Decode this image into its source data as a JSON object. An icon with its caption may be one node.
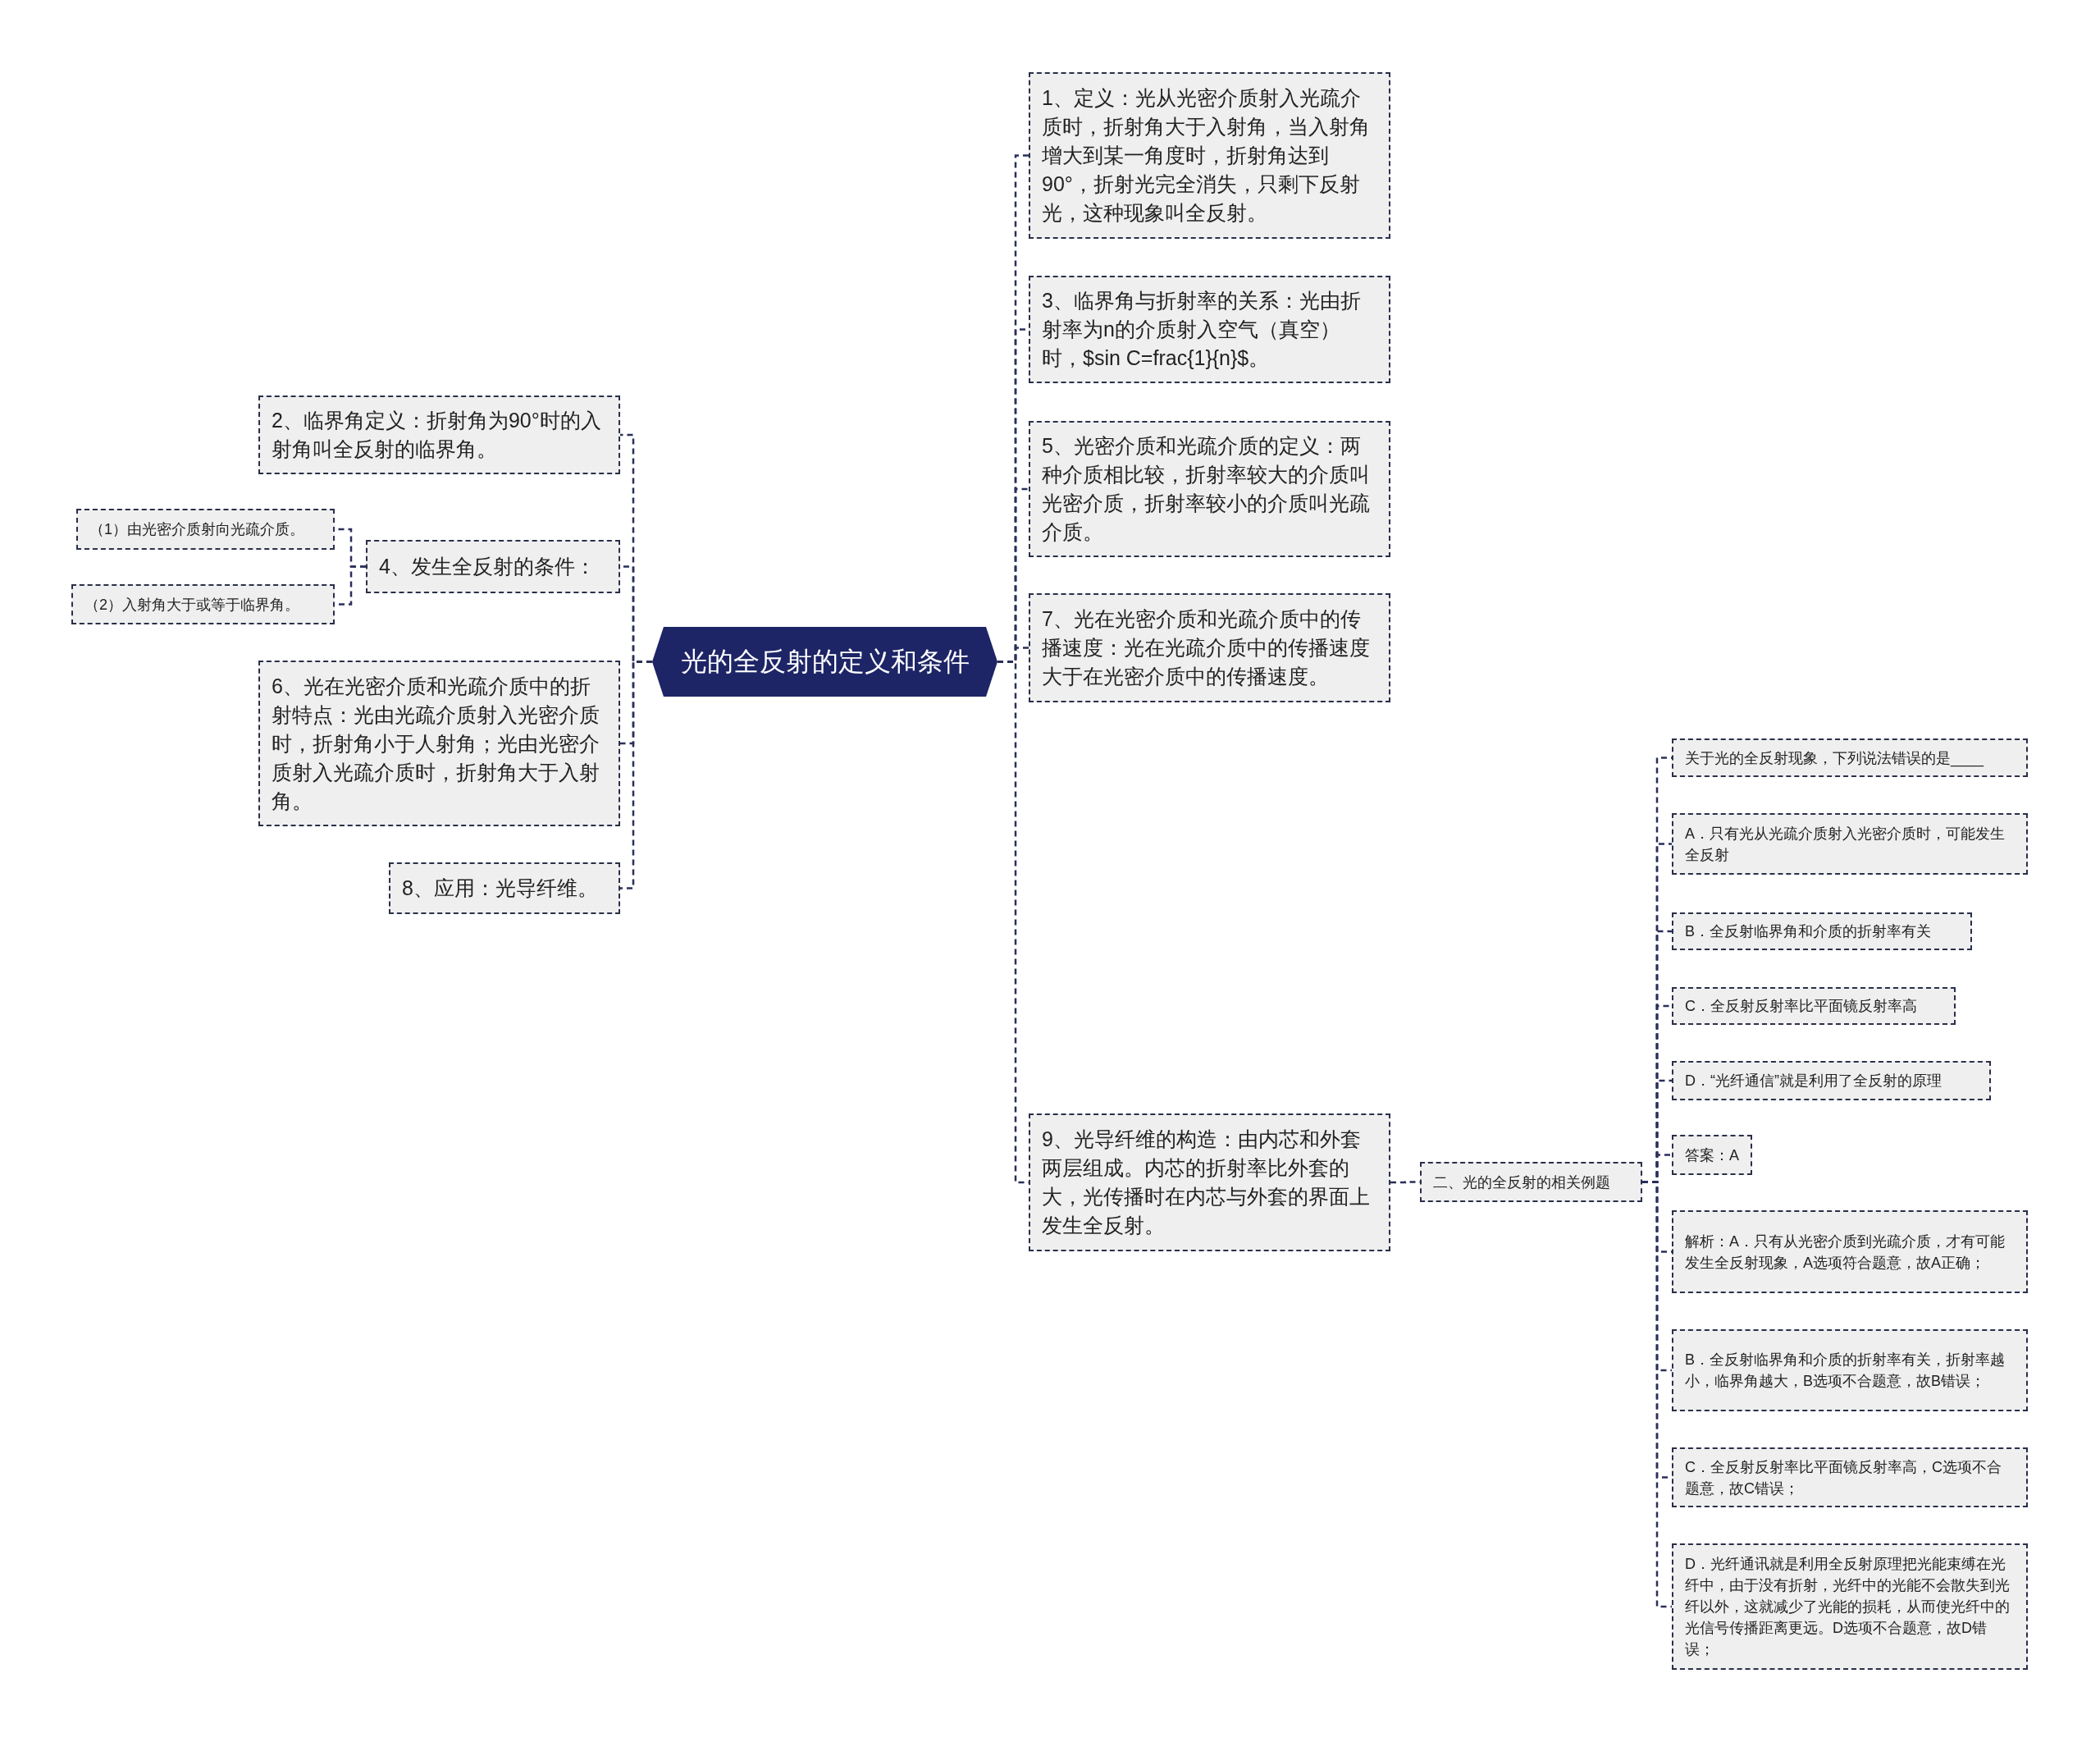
{
  "diagram": {
    "nodes": [
      {
        "text": [
          "光的全反射的定义和条件"
        ]
      },
      {
        "text": [
          "2、临界角定义：折射角为90°时的入射角叫全反射的临界角。"
        ]
      },
      {
        "text": [
          "4、发生全反射的条件："
        ]
      },
      {
        "text": [
          "（1）由光密介质射向光疏介质。"
        ]
      },
      {
        "text": [
          "（2）入射角大于或等于临界角。"
        ]
      },
      {
        "text": [
          "6、光在光密介质和光疏介质中的折射特点：光由光疏介质射入光密介质时，折射角小于人射角；光由光密介质射入光疏介质时，折射角大于入射角。"
        ]
      },
      {
        "text": [
          "8、应用：光导纤维。"
        ]
      },
      {
        "text": [
          "1、定义：光从光密介质射入光疏介质时，折射角大于入射角，当入射角增大到某一角度时，折射角达到90°，折射光完全消失，只剩下反射光，这种现象叫全反射。"
        ]
      },
      {
        "text": [
          "3、临界角与折射率的关系：光由折射率为n的介质射入空气（真空）时，$sin C=frac{1}{n}$。"
        ]
      },
      {
        "text": [
          "5、光密介质和光疏介质的定义：两种介质相比较，折射率较大的介质叫光密介质，折射率较小的介质叫光疏介质。"
        ]
      },
      {
        "text": [
          "7、光在光密介质和光疏介质中的传播速度：光在光疏介质中的传播速度大于在光密介质中的传播速度。"
        ]
      },
      {
        "text": [
          "9、光导纤维的构造：由内芯和外套两层组成。内芯的折射率比外套的大，光传播时在内芯与外套的界面上发生全反射。"
        ]
      },
      {
        "text": [
          "二、光的全反射的相关例题"
        ]
      },
      {
        "text": [
          "关于光的全反射现象，下列说法错误的是____"
        ]
      },
      {
        "text": [
          "A．只有光从光疏介质射入光密介质时，可能发生全反射"
        ]
      },
      {
        "text": [
          "B．全反射临界角和介质的折射率有关"
        ]
      },
      {
        "text": [
          "C．全反射反射率比平面镜反射率高"
        ]
      },
      {
        "text": [
          "D．“光纤通信”就是利用了全反射的原理"
        ]
      },
      {
        "text": [
          "答案：A"
        ]
      },
      {
        "text": [
          "解析：A．只有从光密介质到光疏介质，才有可能发生全反射现象，A选项符合题意，故A正确；"
        ]
      },
      {
        "text": [
          "B．全反射临界角和介质的折射率有关，折射率越小，临界角越大，B选项不合题意，故B错误；"
        ]
      },
      {
        "text": [
          "C．全反射反射率比平面镜反射率高，C选项不合题意，故C错误；"
        ]
      },
      {
        "text": [
          "D．光纤通讯就是利用全反射原理把光能束缚在光纤中，由于没有折射，光纤中的光能不会散失到光纤以外，这就减少了光能的损耗，从而使光纤中的光信号传播距离更远。D选项不合题意，故D错误；"
        ]
      }
    ],
    "edges": [
      {
        "from": 0,
        "to": 1,
        "arrow": "none"
      },
      {
        "from": 0,
        "to": 2,
        "arrow": "none"
      },
      {
        "from": 2,
        "to": 3,
        "arrow": "none"
      },
      {
        "from": 2,
        "to": 4,
        "arrow": "none"
      },
      {
        "from": 0,
        "to": 5,
        "arrow": "none"
      },
      {
        "from": 0,
        "to": 6,
        "arrow": "none"
      },
      {
        "from": 0,
        "to": 7,
        "arrow": "none"
      },
      {
        "from": 0,
        "to": 8,
        "arrow": "none"
      },
      {
        "from": 0,
        "to": 9,
        "arrow": "none"
      },
      {
        "from": 0,
        "to": 10,
        "arrow": "none"
      },
      {
        "from": 0,
        "to": 11,
        "arrow": "none"
      },
      {
        "from": 11,
        "to": 12,
        "arrow": "none"
      },
      {
        "from": 12,
        "to": 13,
        "arrow": "none"
      },
      {
        "from": 12,
        "to": 14,
        "arrow": "none"
      },
      {
        "from": 12,
        "to": 15,
        "arrow": "none"
      },
      {
        "from": 12,
        "to": 16,
        "arrow": "none"
      },
      {
        "from": 12,
        "to": 17,
        "arrow": "none"
      },
      {
        "from": 12,
        "to": 18,
        "arrow": "none"
      },
      {
        "from": 12,
        "to": 19,
        "arrow": "none"
      },
      {
        "from": 12,
        "to": 20,
        "arrow": "none"
      },
      {
        "from": 12,
        "to": 21,
        "arrow": "none"
      },
      {
        "from": 12,
        "to": 22,
        "arrow": "none"
      }
    ]
  }
}
